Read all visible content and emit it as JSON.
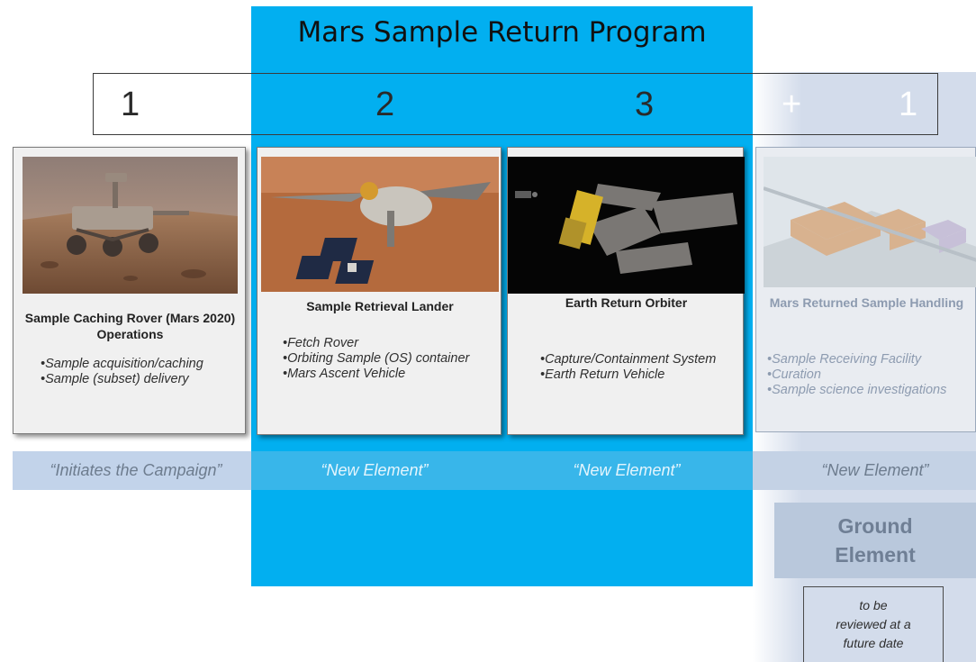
{
  "program": {
    "title": "Mars Sample Return Program"
  },
  "numbers": {
    "n1": "1",
    "n2": "2",
    "n3": "3",
    "plus": "+",
    "n4": "1"
  },
  "cards": [
    {
      "title": "Sample Caching Rover (Mars 2020) Operations",
      "image_icon": "rover-image",
      "bullets": [
        "Sample acquisition/caching",
        "Sample (subset) delivery"
      ]
    },
    {
      "title": "Sample Retrieval Lander",
      "image_icon": "lander-image",
      "bullets": [
        "Fetch Rover",
        "Orbiting Sample (OS) container",
        "Mars Ascent Vehicle"
      ]
    },
    {
      "title": "Earth Return Orbiter",
      "image_icon": "orbiter-image",
      "bullets": [
        "Capture/Containment System",
        "Earth Return Vehicle"
      ]
    },
    {
      "title": "Mars Returned Sample Handling",
      "image_icon": "facility-image",
      "bullets": [
        "Sample Receiving Facility",
        "Curation",
        "Sample science investigations"
      ]
    }
  ],
  "captions": [
    "“Initiates the Campaign”",
    "“New Element”",
    "“New Element”",
    "“New Element”"
  ],
  "ground": {
    "label_line1": "Ground",
    "label_line2": "Element"
  },
  "note": {
    "line1": "to be",
    "line2": "reviewed at a",
    "line3": "future date"
  },
  "colors": {
    "program_blue": "#02aff0",
    "ground_gray": "#d3dceb",
    "caption_band": "#c2d3ea"
  }
}
